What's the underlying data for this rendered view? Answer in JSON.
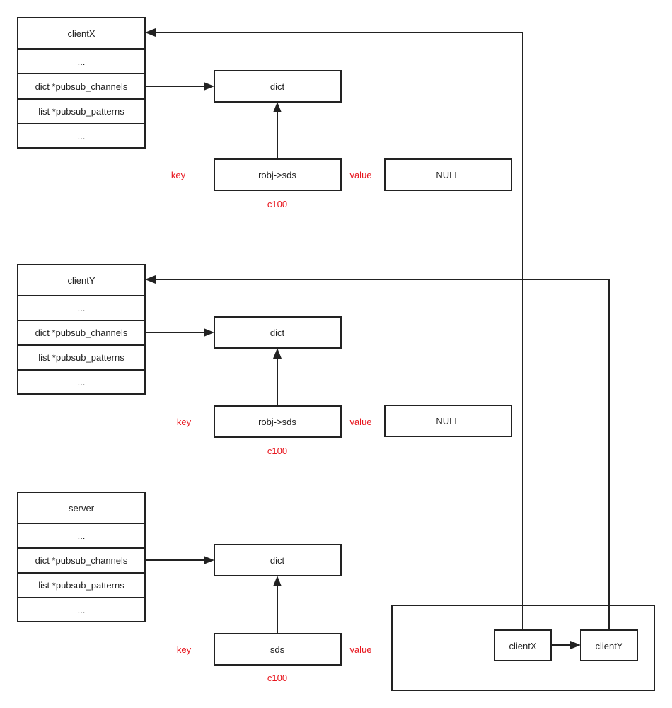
{
  "structs": [
    {
      "id": "clientX",
      "rows": [
        "clientX",
        "...",
        "dict *pubsub_channels",
        "list *pubsub_patterns",
        "..."
      ]
    },
    {
      "id": "clientY",
      "rows": [
        "clientY",
        "...",
        "dict *pubsub_channels",
        "list *pubsub_patterns",
        "..."
      ]
    },
    {
      "id": "server",
      "rows": [
        "server",
        "...",
        "dict *pubsub_channels",
        "list *pubsub_patterns",
        "..."
      ]
    }
  ],
  "groups": [
    {
      "dict_label": "dict",
      "key_label": "key",
      "entry_label": "robj->sds",
      "value_label": "value",
      "value_box": "NULL",
      "channel": "c100"
    },
    {
      "dict_label": "dict",
      "key_label": "key",
      "entry_label": "robj->sds",
      "value_label": "value",
      "value_box": "NULL",
      "channel": "c100"
    },
    {
      "dict_label": "dict",
      "key_label": "key",
      "entry_label": "sds",
      "value_label": "value",
      "channel": "c100"
    }
  ],
  "subscriber_list": {
    "nodes": [
      "clientX",
      "clientY"
    ]
  }
}
